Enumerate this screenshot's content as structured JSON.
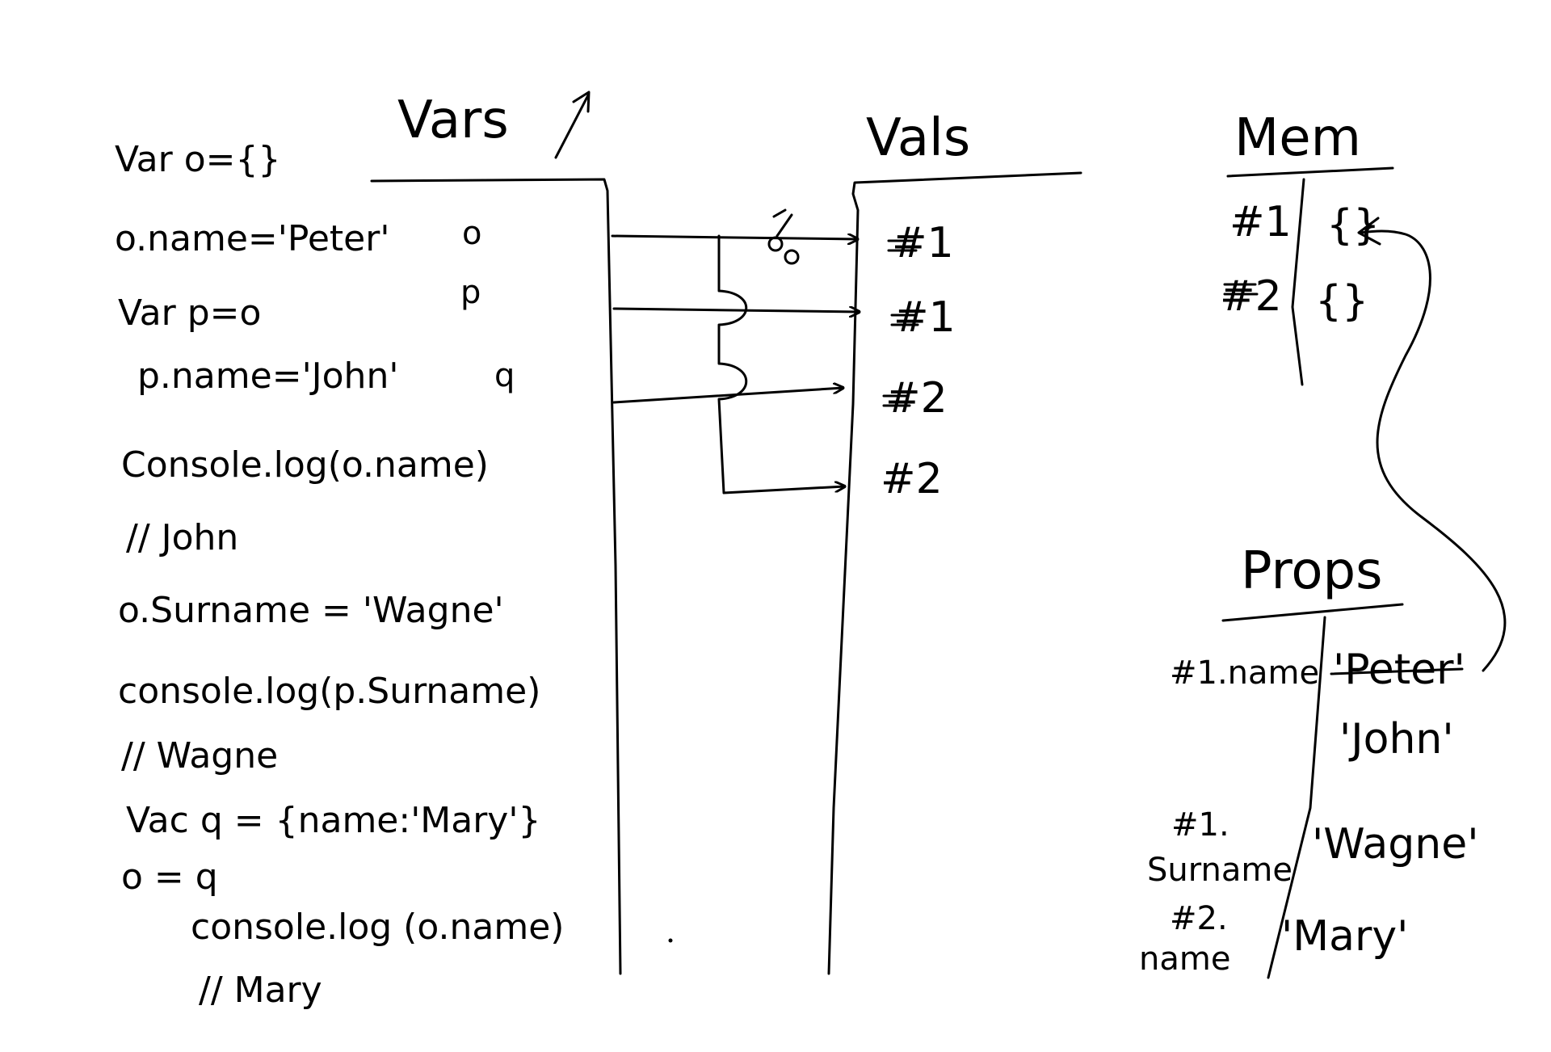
{
  "code_lines": [
    "Var o={}",
    "o.name='Peter'",
    "Var p=o",
    "p.name='John'",
    "Console.log(o.name)",
    "// John",
    "o.Surname = 'Wagne'",
    "console.log(p.Surname)",
    "// Wagne",
    "Vac q = {name:'Mary'}",
    "o = q",
    "console.log (o.name)",
    "// Mary"
  ],
  "vars": {
    "header": "Vars",
    "names": [
      "o",
      "p",
      "q"
    ]
  },
  "vals": {
    "header": "Vals",
    "entries": [
      "#1",
      "#1",
      "#2",
      "#2"
    ]
  },
  "mem": {
    "header": "Mem",
    "rows": [
      {
        "id": "#1",
        "value": "{}"
      },
      {
        "id": "#2",
        "value": "{}"
      }
    ]
  },
  "props": {
    "header": "Props",
    "rows": [
      {
        "key": "#1.name",
        "value_old": "'Peter'",
        "value": "'John'"
      },
      {
        "key_line1": "#1.",
        "key_line2": "Surname",
        "value": "'Wagne'"
      },
      {
        "key_line1": "#2.",
        "key_line2": "name",
        "value": "'Mary'"
      }
    ]
  }
}
